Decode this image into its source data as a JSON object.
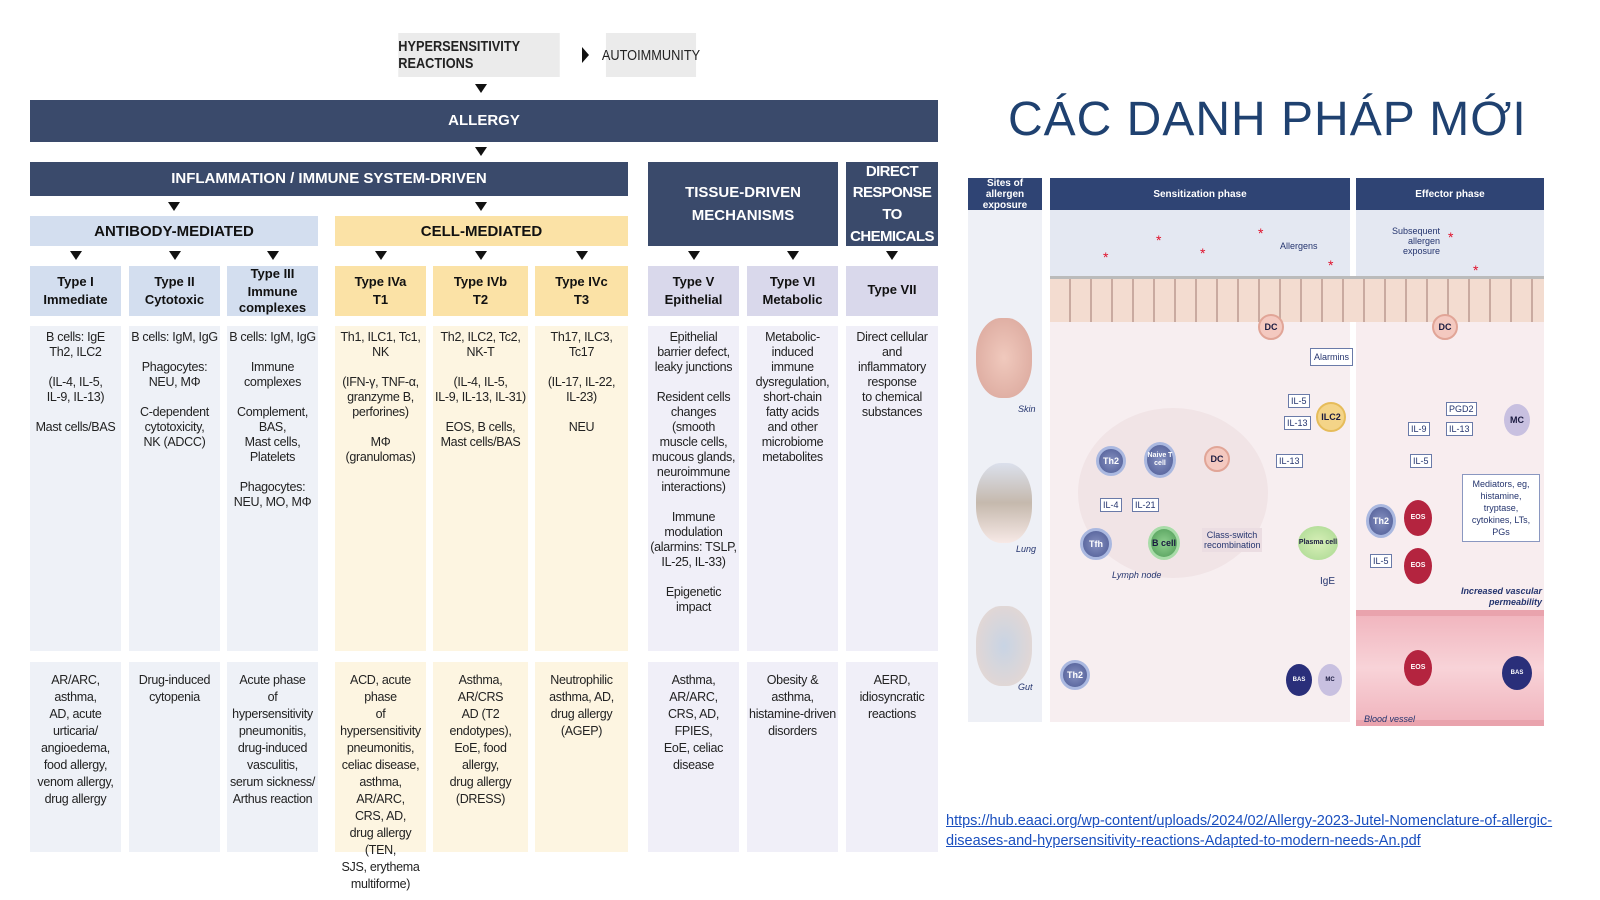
{
  "nav": {
    "hypersensitivity": "HYPERSENSITIVITY REACTIONS",
    "autoimmunity": "AUTOIMMUNITY"
  },
  "allergy": "ALLERGY",
  "groups": {
    "inflammation": "INFLAMMATION / IMMUNE SYSTEM-DRIVEN",
    "tissue": "TISSUE-DRIVEN MECHANISMS",
    "direct": "DIRECT RESPONSE TO CHEMICALS",
    "antibody": "ANTIBODY-MEDIATED",
    "cell": "CELL-MEDIATED"
  },
  "types": [
    {
      "name": "Type I",
      "sub": "Immediate",
      "mechanism": "B cells: IgE\nTh2, ILC2\n\n(IL-4, IL-5,\nIL-9, IL-13)\n\nMast cells/BAS",
      "diseases": "AR/ARC, asthma,\nAD, acute urticaria/\nangioedema,\nfood allergy,\nvenom allergy,\ndrug allergy"
    },
    {
      "name": "Type II",
      "sub": "Cytotoxic",
      "mechanism": "B cells: IgM, IgG\n\nPhagocytes:\nNEU, MΦ\n\nC-dependent\ncytotoxicity,\nNK (ADCC)",
      "diseases": "Drug-induced\ncytopenia"
    },
    {
      "name": "Type III",
      "sub": "Immune complexes",
      "mechanism": "B cells: IgM, IgG\n\nImmune complexes\n\nComplement, BAS,\nMast cells, Platelets\n\nPhagocytes:\nNEU, MO, MΦ",
      "diseases": "Acute phase\nof hypersensitivity\npneumonitis,\ndrug-induced\nvasculitis,\nserum sickness/\nArthus reaction"
    },
    {
      "name": "Type IVa",
      "sub": "T1",
      "mechanism": "Th1, ILC1, Tc1, NK\n\n(IFN-γ, TNF-α,\ngranzyme B,\nperforines)\n\nMΦ (granulomas)",
      "diseases": "ACD, acute phase\nof hypersensitivity\npneumonitis,\nceliac disease,\nasthma, AR/ARC,\nCRS, AD,\ndrug allergy (TEN,\nSJS, erythema\nmultiforme)"
    },
    {
      "name": "Type IVb",
      "sub": "T2",
      "mechanism": "Th2, ILC2, Tc2, NK-T\n\n(IL-4, IL-5,\nIL-9, IL-13, IL-31)\n\nEOS, B cells,\nMast cells/BAS",
      "diseases": "Asthma, AR/CRS\nAD (T2 endotypes),\nEoE, food allergy,\ndrug allergy (DRESS)"
    },
    {
      "name": "Type IVc",
      "sub": "T3",
      "mechanism": "Th17, ILC3, Tc17\n\n(IL-17, IL-22,\nIL-23)\n\nNEU",
      "diseases": "Neutrophilic\nasthma, AD,\ndrug allergy (AGEP)"
    },
    {
      "name": "Type V",
      "sub": "Epithelial",
      "mechanism": "Epithelial\nbarrier defect,\nleaky junctions\n\nResident cells\nchanges (smooth\nmuscle cells,\nmucous glands,\nneuroimmune\ninteractions)\n\nImmune\nmodulation\n(alarmins: TSLP,\nIL-25, IL-33)\n\nEpigenetic impact",
      "diseases": "Asthma, AR/ARC,\nCRS, AD, FPIES,\nEoE, celiac disease"
    },
    {
      "name": "Type VI",
      "sub": "Metabolic",
      "mechanism": "Metabolic-induced\nimmune\ndysregulation,\nshort-chain\nfatty acids\nand other\nmicrobiome\nmetabolites",
      "diseases": "Obesity & asthma,\nhistamine-driven\ndisorders"
    },
    {
      "name": "Type VII",
      "sub": "",
      "mechanism": "Direct cellular\nand inflammatory\nresponse\nto chemical\nsubstances",
      "diseases": "AERD, idiosyncratic\nreactions"
    }
  ],
  "title": "CÁC DANH PHÁP MỚI",
  "figure": {
    "headers": {
      "sites": "Sites of allergen exposure",
      "sensitization": "Sensitization phase",
      "effector": "Effector phase"
    },
    "sites": [
      "Skin",
      "Lung",
      "Gut"
    ],
    "labels": {
      "allergens": "Allergens",
      "subsequent": "Subsequent allergen exposure",
      "alarmins": "Alarmins",
      "il5": "IL-5",
      "il13": "IL-13",
      "pgd2": "PGD2",
      "il9": "IL-9",
      "il4": "IL-4",
      "il21": "IL-21",
      "csr": "Class-switch recombination",
      "ige": "IgE",
      "lymph": "Lymph node",
      "mediators": "Mediators, eg, histamine, tryptase, cytokines, LTs, PGs",
      "vascular": "Increased vascular permeability",
      "blood": "Blood vessel"
    },
    "cells": {
      "dc": "DC",
      "ilc2": "ILC2",
      "th2": "Th2",
      "naive": "Naive T cell",
      "tfh": "Tfh",
      "bcell": "B cell",
      "plasma": "Plasma cell",
      "eos": "EOS",
      "bas": "BAS",
      "mc": "MC"
    }
  },
  "link": "https://hub.eaaci.org/wp-content/uploads/2024/02/Allergy-2023-Jutel-Nomenclature-of-allergic-diseases-and-hypersensitivity-reactions-Adapted-to-modern-needs-An.pdf"
}
